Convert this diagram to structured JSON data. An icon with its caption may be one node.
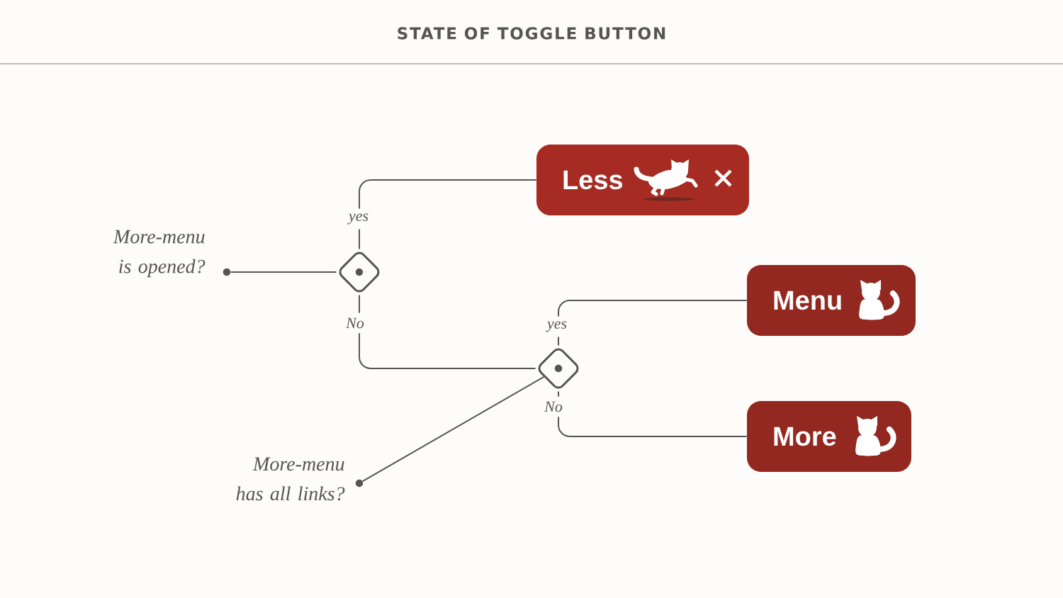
{
  "diagram": {
    "title": "STATE OF TOGGLE BUTTON",
    "nodes": [
      {
        "text": [],
        "shape": "circle",
        "beside": [
          "More-menu is opened?"
        ]
      },
      {
        "text": [],
        "shape": "diamond"
      },
      {
        "text": [
          "Less"
        ]
      },
      {
        "text": [],
        "shape": "circle",
        "beside": [
          "More-menu has all links?"
        ]
      },
      {
        "text": [],
        "shape": "diamond"
      },
      {
        "text": [
          "Menu"
        ]
      },
      {
        "text": [
          "More"
        ]
      }
    ],
    "edges": [
      {
        "from": 0,
        "to": 1,
        "arrow": "none"
      },
      {
        "from": 1,
        "to": 2,
        "arrow": "none",
        "label": "yes"
      },
      {
        "from": 1,
        "to": 4,
        "arrow": "none",
        "label": "No"
      },
      {
        "from": 3,
        "to": 4,
        "arrow": "none"
      },
      {
        "from": 4,
        "to": 5,
        "arrow": "none",
        "label": "yes"
      },
      {
        "from": 4,
        "to": 6,
        "arrow": "none",
        "label": "No"
      }
    ]
  }
}
